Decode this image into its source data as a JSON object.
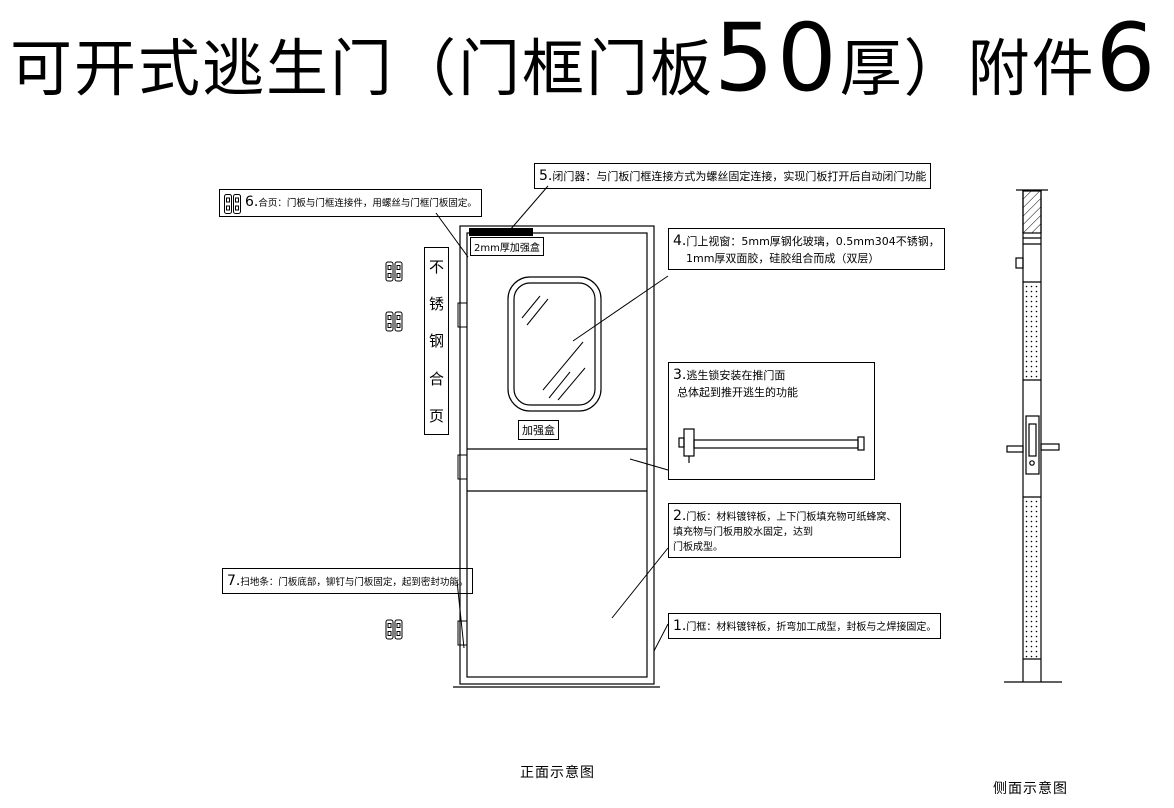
{
  "title": {
    "part1": "可开式逃生门（门框门板",
    "big1": "50",
    "part2": "厚）附件",
    "big2": "6"
  },
  "notes": {
    "n5": {
      "num": "5.",
      "text": "闭门器：与门板门框连接方式为螺丝固定连接，实现门板打开后自动闭门功能"
    },
    "n6": {
      "num": "6.",
      "text": "合页：门板与门框连接件，用螺丝与门框门板固定。"
    },
    "n4": {
      "num": "4.",
      "line1": "门上视窗：5mm厚钢化玻璃，0.5mm304不锈钢，",
      "line2": "1mm厚双面胶，硅胶组合而成（双层）"
    },
    "n3": {
      "num": "3.",
      "line1": "逃生锁安装在推门面",
      "line2": "总体起到推开逃生的功能"
    },
    "n2": {
      "num": "2.",
      "line1": "门板：材料镀锌板，上下门板填充物可纸蜂窝、",
      "line2": "填充物与门板用胶水固定，达到",
      "line3": "门板成型。"
    },
    "n7": {
      "num": "7.",
      "text": "扫地条：门板底部，铆钉与门板固定，起到密封功能。"
    },
    "n1": {
      "num": "1.",
      "text": "门框：材料镀锌板，折弯加工成型，封板与之焊接固定。"
    }
  },
  "door_labels": {
    "reinforce_top": "2mm厚加强盒",
    "reinforce_mid": "加强盒",
    "hinge_col": [
      "不",
      "锈",
      "钢",
      "合",
      "页"
    ]
  },
  "captions": {
    "front_view": "正面示意图",
    "side_view": "侧面示意图"
  },
  "colors": {
    "line": "#000000",
    "background": "#ffffff"
  }
}
